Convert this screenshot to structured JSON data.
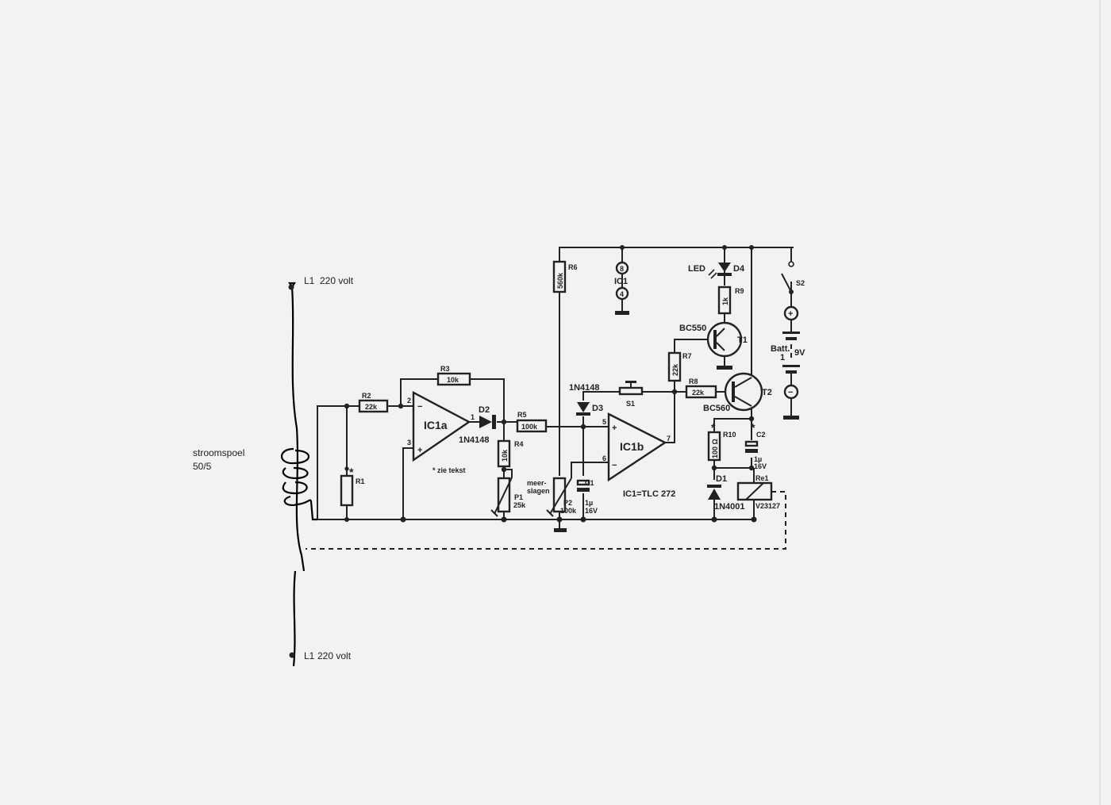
{
  "annotations": {
    "l1_top": "L1",
    "volt_top": "220 volt",
    "l1_bottom": "L1",
    "volt_bottom": "220 volt",
    "coil_name": "stroomspoel",
    "coil_ratio": "50/5"
  },
  "components": {
    "R1": {
      "name": "R1",
      "mark": "*"
    },
    "R2": {
      "name": "R2",
      "value": "22k"
    },
    "R3": {
      "name": "R3",
      "value": "10k"
    },
    "R4": {
      "name": "R4",
      "value": "10k"
    },
    "R5": {
      "name": "R5",
      "value": "100k"
    },
    "R6": {
      "name": "R6",
      "value": "560k"
    },
    "R7": {
      "name": "R7",
      "value": "22k"
    },
    "R8": {
      "name": "R8",
      "value": "22k"
    },
    "R9": {
      "name": "R9",
      "value": "1k"
    },
    "R10": {
      "name": "R10",
      "value": "100 Ω",
      "mark": "*"
    },
    "P1": {
      "name": "P1",
      "value": "25k"
    },
    "P2": {
      "name": "P2",
      "value": "100k",
      "note1": "meer-",
      "note2": "slagen"
    },
    "C1": {
      "name": "C1",
      "value1": "1µ",
      "value2": "16V"
    },
    "C2": {
      "name": "C2",
      "value1": "1µ",
      "value2": "16V",
      "mark": "*"
    },
    "D1": {
      "name": "D1",
      "type": "1N4001"
    },
    "D2": {
      "name": "D2",
      "type": "1N4148"
    },
    "D3": {
      "name": "D3",
      "type": "1N4148"
    },
    "D4": {
      "name": "D4",
      "type": "LED"
    },
    "T1": {
      "name": "T1",
      "type": "BC550"
    },
    "T2": {
      "name": "T2",
      "type": "BC560"
    },
    "S1": {
      "name": "S1"
    },
    "S2": {
      "name": "S2"
    },
    "Re1": {
      "name": "Re1",
      "type": "V23127"
    },
    "IC1a": {
      "name": "IC1a",
      "pin_in_neg": "2",
      "pin_in_pos": "3",
      "pin_out": "1",
      "minus": "−",
      "plus": "+"
    },
    "IC1b": {
      "name": "IC1b",
      "pin_in_pos": "5",
      "pin_in_neg": "6",
      "pin_out": "7",
      "minus": "−",
      "plus": "+"
    },
    "IC1": {
      "name": "IC1",
      "pin_vcc": "8",
      "pin_gnd": "4",
      "type": "IC1=TLC 272"
    },
    "Batt": {
      "name": "Batt.",
      "number": "1",
      "voltage": "9V",
      "plus": "+",
      "minus": "−"
    },
    "footnote": "* zie tekst"
  }
}
